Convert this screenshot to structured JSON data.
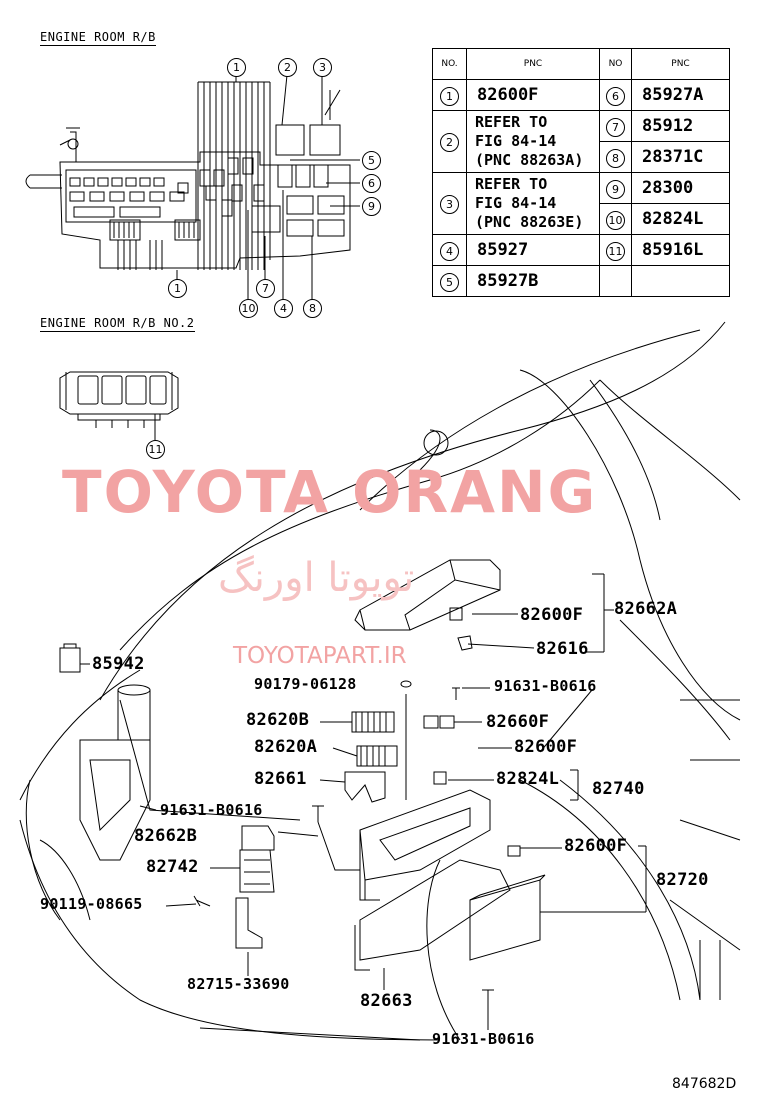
{
  "sections": {
    "engine_room_rb": "ENGINE ROOM R/B",
    "engine_room_rb_no2": "ENGINE ROOM R/B NO.2"
  },
  "table": {
    "headers": [
      "NO.",
      "PNC",
      "NO",
      "PNC"
    ],
    "left": [
      {
        "no": "1",
        "pnc": "82600F"
      },
      {
        "no": "2",
        "lines": [
          "REFER TO",
          "FIG 84-14",
          "(PNC 88263A)"
        ]
      },
      {
        "no": "3",
        "lines": [
          "REFER TO",
          "FIG 84-14",
          "(PNC 88263E)"
        ]
      },
      {
        "no": "4",
        "pnc": "85927"
      },
      {
        "no": "5",
        "pnc": "85927B"
      }
    ],
    "right": [
      {
        "no": "6",
        "pnc": "85927A"
      },
      {
        "no": "7",
        "pnc": "85912"
      },
      {
        "no": "8",
        "pnc": "28371C"
      },
      {
        "no": "9",
        "pnc": "28300"
      },
      {
        "no": "10",
        "pnc": "82824L"
      },
      {
        "no": "11",
        "pnc": "85916L"
      }
    ]
  },
  "callouts": {
    "top": [
      "1",
      "2",
      "3"
    ],
    "right": [
      "5",
      "6",
      "9"
    ],
    "bottom": [
      "1",
      "7",
      "10",
      "4",
      "8"
    ],
    "rb2": "11"
  },
  "parts": {
    "p82662A": "82662A",
    "p82600F_a": "82600F",
    "p82616": "82616",
    "p85942": "85942",
    "p90179": "90179-06128",
    "p91631_a": "91631-B0616",
    "p82620B": "82620B",
    "p82660F": "82660F",
    "p82620A": "82620A",
    "p82600F_b": "82600F",
    "p82661": "82661",
    "p82824L": "82824L",
    "p82740": "82740",
    "p91631_b": "91631-B0616",
    "p82662B": "82662B",
    "p82600F_c": "82600F",
    "p82742": "82742",
    "p82720": "82720",
    "p90119": "90119-08665",
    "p82715": "82715-33690",
    "p82663": "82663",
    "p91631_c": "91631-B0616"
  },
  "watermarks": {
    "main": "TOYOTA ORANG",
    "persian": "تویوتا اورنگ",
    "site": "TOYOTAPART.IR"
  },
  "figure_code": "847682D"
}
